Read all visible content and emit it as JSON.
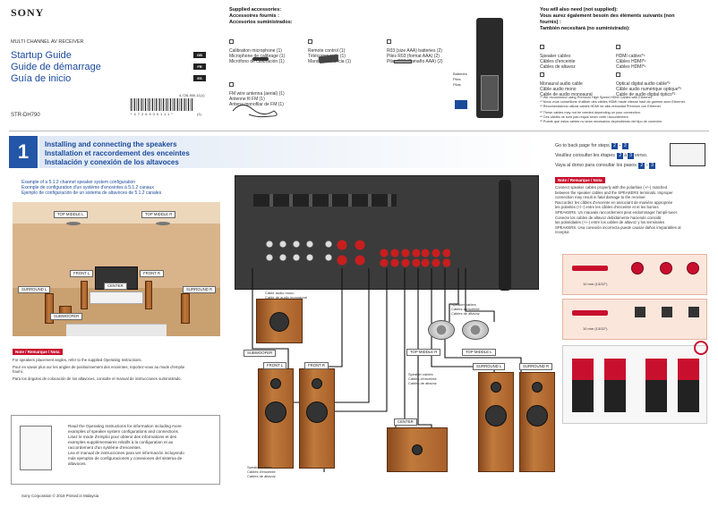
{
  "header": {
    "brand": "SONY",
    "category": "MULTI CHANNEL AV RECEIVER",
    "titles": [
      "Startup Guide",
      "Guide de démarrage",
      "Guía de inicio"
    ],
    "lang_tags": [
      "GB",
      "FR",
      "ES"
    ],
    "doc_number": "4-726-900-11(1)",
    "model": "STR-DH790",
    "barcode_text": "*4726900111*",
    "barcode_suffix": "(1)"
  },
  "accessories": {
    "heading_lines": [
      "Supplied accessories:",
      "Accessoires fournis :",
      "Accesorios suministrados:"
    ],
    "items": [
      [
        "Calibration microphone (1)",
        "Microphone de calibrage (1)",
        "Micrófono de calibración (1)"
      ],
      [
        "Remote control (1)",
        "Télécommande (1)",
        "Mando a distancia (1)"
      ],
      [
        "R03 (size AAA) batteries (2)",
        "Piles R03 (format AAA) (2)",
        "Pilas R03 (Tamaño AAA) (2)"
      ],
      [
        "FM wire antenna (aerial) (1)",
        "Antenne fil FM (1)",
        "Antena monofilar de FM (1)"
      ]
    ],
    "battery_labels": [
      "Batteries",
      "Piles",
      "Pilas"
    ]
  },
  "also_need": {
    "heading_lines": [
      "You will also need (not supplied):",
      "Vous aurez également besoin des éléments suivants (non",
      "fournis) :",
      "También necesitará (no suministrado):"
    ],
    "col1": [
      [
        "Speaker cables",
        "Câbles d'enceinte",
        "Cables de altavoz"
      ],
      [
        "Monaural audio cable",
        "Câble audio mono",
        "Cable de audio monoaural"
      ]
    ],
    "col2": [
      [
        "HDMI cables*¹",
        "Câbles HDMI*¹",
        "Cables HDMI*¹"
      ],
      [
        "Optical digital audio cable*²",
        "Câble audio numérique optique*²",
        "Cable de audio digital óptico*²"
      ]
    ],
    "notes": [
      "*¹ We recommend using Premium High Speed HDMI Cables with Ethernet.",
      "*¹ Nous vous conseillons d'utiliser des câbles HDMI haute vitesse haut de gamme avec Ethernet.",
      "*¹ Recomendamos utilizar cables HDMI de alta velocidad Premium con Ethernet.",
      "*² These cables may not be needed depending on your connection.",
      "*² Ces câbles ne sont pas requis selon votre raccordement.",
      "*² Puede que estos cables no sean necesarios dependiendo del tipo de conexión."
    ]
  },
  "step1": {
    "number": "1",
    "titles": [
      "Installing and connecting the speakers",
      "Installation et raccordement des enceintes",
      "Instalación y conexión de los altavoces"
    ],
    "goto": [
      [
        "Go to back page for steps",
        "2",
        "–",
        "3",
        ""
      ],
      [
        "Veuillez consulter les étapes",
        "2",
        "à",
        "3",
        "verso."
      ],
      [
        "Vaya al dorso para consultar los pasos",
        "2",
        "–",
        "3",
        ""
      ]
    ],
    "example_lines": [
      "Example of a 5.1.2 channel speaker system configuration",
      "Exemple de configuration d'un système d'enceintes à 5.1.2 canaux",
      "Ejemplo de configuración de un sistema de altavoces de 5.1.2 canales"
    ],
    "room_labels": {
      "top_middle_l": "TOP MIDDLE L",
      "top_middle_r": "TOP MIDDLE R",
      "front_l": "FRONT L",
      "front_r": "FRONT R",
      "center": "CENTER",
      "surround_l": "SURROUND L",
      "surround_r": "SURROUND R",
      "subwoofer": "SUBWOOFER"
    },
    "note_title": "Note / Remarque / Nota",
    "note_lines": [
      "For speakers placement angles, refer to the supplied Operating Instructions.",
      "Pour en savoir plus sur les angles de positionnement des enceintes, reportez-vous au mode d'emploi",
      "fourni.",
      "Para los ángulos de colocación de los altavoces, consulte el manual de instrucciones suministrado."
    ],
    "manual_lines": [
      "Read the Operating Instructions for information including more",
      "examples of speaker system configurations and connections.",
      "",
      "Lisez le mode d'emploi pour obtenir des informations et des",
      "exemples supplémentaires relatifs à la configuration et au",
      "raccordement d'un système d'enceintes.",
      "",
      "Lea el manual de instrucciones para ver información incluyendo",
      "más ejemplos de configuraciones y conexiones del sistema de",
      "altavoces."
    ],
    "cable_monaural": [
      "Monaural audio cable",
      "Câble audio mono",
      "Cable de audio monoaural"
    ],
    "cable_speaker": [
      "Speaker cables",
      "Câbles d'enceinte",
      "Cables de altavoz"
    ],
    "diagram_labels": {
      "subwoofer": "SUBWOOFER",
      "front_l": "FRONT L",
      "front_r": "FRONT R",
      "center": "CENTER",
      "surround_l": "SURROUND L",
      "surround_r": "SURROUND R",
      "top_middle_r": "TOP MIDDLE R",
      "top_middle_l": "TOP MIDDLE L"
    },
    "right_note_title": "Note / Remarque / Nota",
    "right_note_lines": [
      "Connect speaker cables properly with the polarities (+/–) matched",
      "between the speaker cables and the SPEAKERS terminals. Improper",
      "connection may result in fatal damage to the receiver.",
      "Raccordez les câbles d'enceinte en associant de manière appropriée",
      "les polarités (+/–) entre les câbles d'enceinte et et les bornes",
      "SPEAKERS. Un mauvais raccordement peut endommager l'ampli-tuner.",
      "Conecte los cables de altavoz debidamente haciendo coincidir",
      "las polaridades (+/–) entre los cables de altavoz y los terminales",
      "SPEAKERS. Una conexión incorrecta puede causar daños irreparables al",
      "receptor."
    ],
    "strip_length": "10 mm (13/32\")"
  },
  "footer": {
    "copyright": "Sony Corporation © 2018  Printed in Malaysia"
  },
  "colors": {
    "accent_blue": "#1a4a9a",
    "banner_blue": "#2456a8",
    "note_red": "#c8102e",
    "wood": "#a8602a"
  }
}
